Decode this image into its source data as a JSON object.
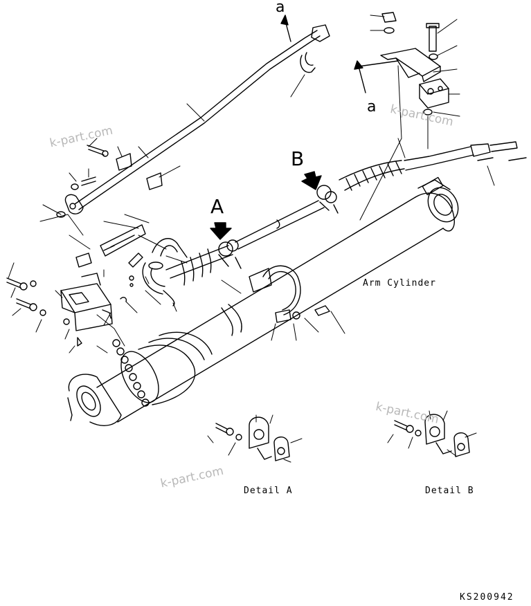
{
  "labels": {
    "arm_cylinder": "Arm Cylinder",
    "detail_a": "Detail A",
    "detail_b": "Detail B",
    "figure_code": "KS200942",
    "view_a": "A",
    "view_b": "B",
    "ref_a_top": "a",
    "ref_a_mid": "a"
  },
  "watermark": "k-part.com",
  "colors": {
    "line": "#000000",
    "watermark": "#b8b8b8",
    "background": "#ffffff"
  }
}
